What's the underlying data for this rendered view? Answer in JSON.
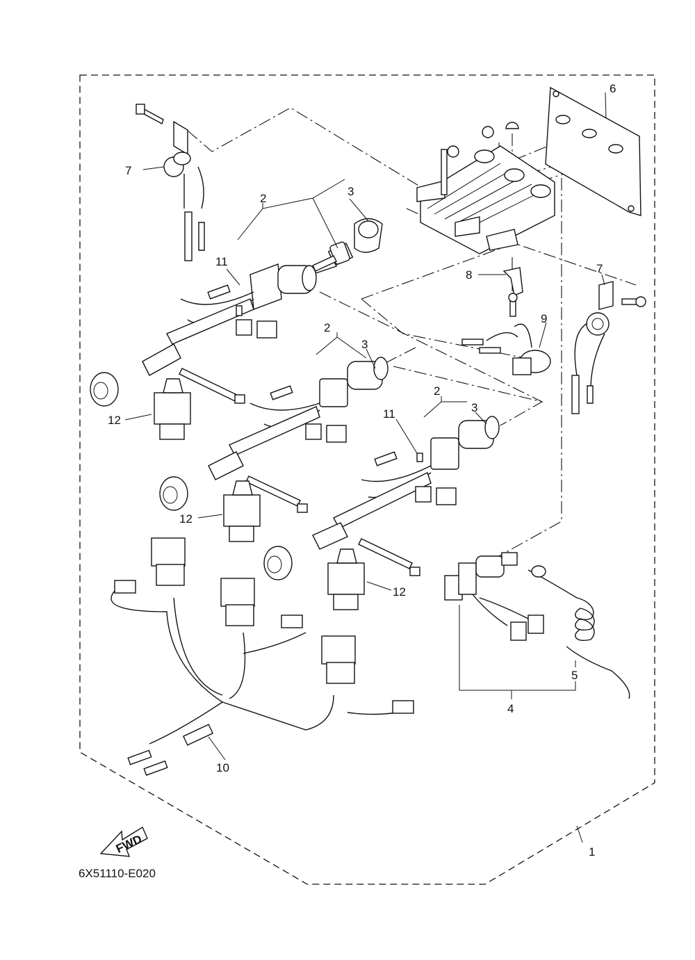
{
  "diagram": {
    "part_code": "6X51110-E020",
    "fwd_label": "FWD",
    "callouts": {
      "c1": "1",
      "c2a": "2",
      "c2b": "2",
      "c2c": "2",
      "c3a": "3",
      "c3b": "3",
      "c3c": "3",
      "c4": "4",
      "c5": "5",
      "c6": "6",
      "c7a": "7",
      "c7b": "7",
      "c8": "8",
      "c9": "9",
      "c10": "10",
      "c11a": "11",
      "c11b": "11",
      "c12a": "12",
      "c12b": "12",
      "c12c": "12"
    }
  }
}
